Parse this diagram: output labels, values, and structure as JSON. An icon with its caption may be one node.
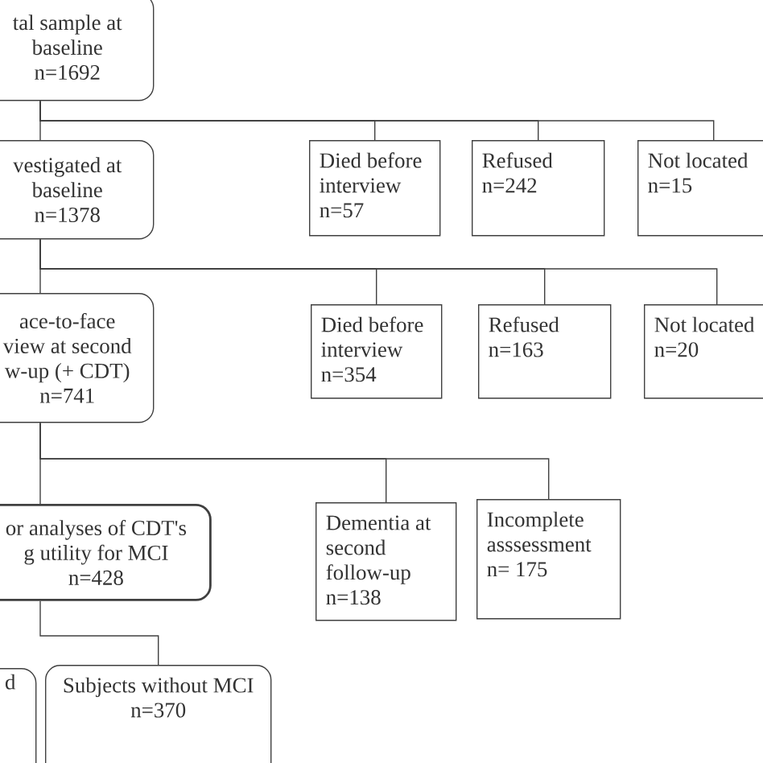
{
  "diagram": {
    "nodes": [
      {
        "text": [
          "tal sample at baseline n=1692"
        ]
      },
      {
        "text": [
          "vestigated at baseline n=1378"
        ]
      },
      {
        "text": [
          "Died before interview n=57"
        ]
      },
      {
        "text": [
          "Refused n=242"
        ]
      },
      {
        "text": [
          "Not located n=15"
        ]
      },
      {
        "text": [
          "ace-to-face view at second w-up (+ CDT) n=741"
        ]
      },
      {
        "text": [
          "Died before interview n=354"
        ]
      },
      {
        "text": [
          "Refused n=163"
        ]
      },
      {
        "text": [
          "Not located n=20"
        ]
      },
      {
        "text": [
          "or analyses of CDT's g utility for MCI n=428"
        ]
      },
      {
        "text": [
          "Dementia at second follow-up n=138"
        ]
      },
      {
        "text": [
          "Incomplete asssessment n= 175"
        ]
      },
      {
        "text": [
          "d"
        ]
      },
      {
        "text": [
          "Subjects without MCI n=370"
        ]
      }
    ],
    "edges": [
      {
        "from": 0,
        "to": 1,
        "arrow": "none"
      },
      {
        "from": 0,
        "to": 2,
        "arrow": "none"
      },
      {
        "from": 0,
        "to": 3,
        "arrow": "none"
      },
      {
        "from": 0,
        "to": 4,
        "arrow": "none"
      },
      {
        "from": 1,
        "to": 5,
        "arrow": "none"
      },
      {
        "from": 1,
        "to": 6,
        "arrow": "none"
      },
      {
        "from": 1,
        "to": 7,
        "arrow": "none"
      },
      {
        "from": 1,
        "to": 8,
        "arrow": "none"
      },
      {
        "from": 5,
        "to": 9,
        "arrow": "none"
      },
      {
        "from": 5,
        "to": 10,
        "arrow": "none"
      },
      {
        "from": 5,
        "to": 11,
        "arrow": "none"
      },
      {
        "from": 9,
        "to": 13,
        "arrow": "none"
      }
    ]
  }
}
